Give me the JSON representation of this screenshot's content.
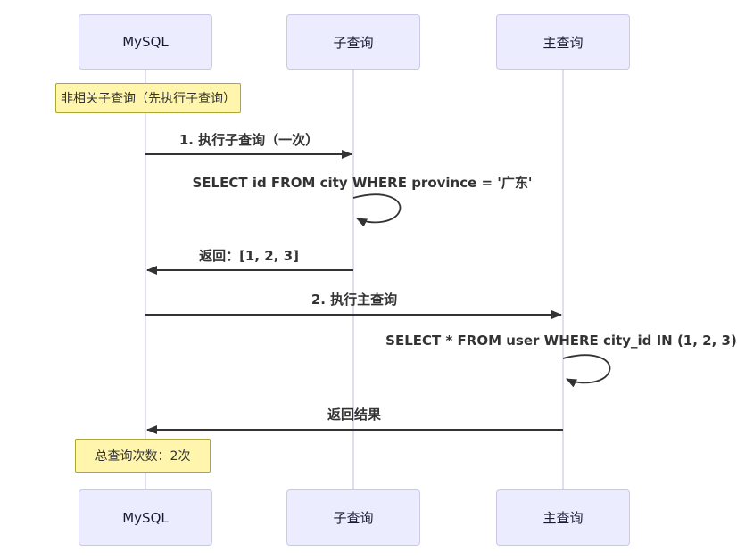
{
  "diagram": {
    "type": "sequence-diagram",
    "colors": {
      "background": "#FFFFFF",
      "actor_fill": "#ECECFF",
      "actor_border": "#CCC7E8",
      "lifeline": "#D8D4EE",
      "note_fill": "#FFF5AD",
      "note_border": "#AAAA33",
      "arrow": "#333333",
      "message_text": "#333333"
    },
    "actors": [
      {
        "label": "MySQL"
      },
      {
        "label": "子查询"
      },
      {
        "label": "主查询"
      }
    ],
    "notes": [
      {
        "text": "非相关子查询（先执行子查询）",
        "over": "MySQL"
      },
      {
        "text": "总查询次数：2次",
        "over": "MySQL"
      }
    ],
    "messages": [
      {
        "text": "1. 执行子查询（一次）",
        "from": "MySQL",
        "to": "子查询",
        "kind": "solid-arrow"
      },
      {
        "text": "SELECT id FROM city WHERE province = '广东'",
        "from": "子查询",
        "to": "子查询",
        "kind": "self-loop"
      },
      {
        "text": "返回：[1, 2, 3]",
        "from": "子查询",
        "to": "MySQL",
        "kind": "solid-arrow"
      },
      {
        "text": "2. 执行主查询",
        "from": "MySQL",
        "to": "主查询",
        "kind": "solid-arrow"
      },
      {
        "text": "SELECT * FROM user WHERE city_id IN (1, 2, 3)",
        "from": "主查询",
        "to": "主查询",
        "kind": "self-loop"
      },
      {
        "text": "返回结果",
        "from": "主查询",
        "to": "MySQL",
        "kind": "solid-arrow"
      }
    ]
  }
}
